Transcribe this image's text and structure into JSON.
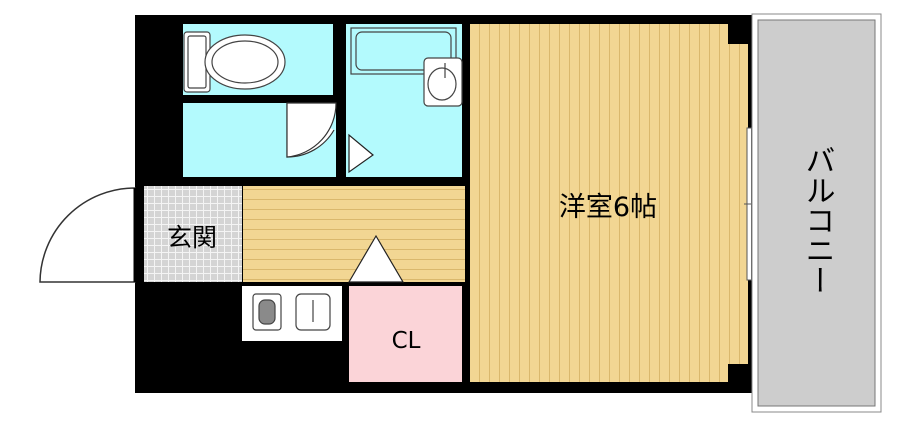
{
  "rooms": {
    "western_room": "洋室6帖",
    "entrance": "玄関",
    "closet": "CL",
    "balcony": "バルコニー"
  },
  "colors": {
    "wall": "#000000",
    "wet_area": "#b3fafd",
    "wood_floor": "#f2d693",
    "wood_stripe": "#dab86d",
    "entrance_tile": "#d4d4d4",
    "closet": "#fbd4d8",
    "balcony": "#cdcdcd",
    "fixture": "#8a8a8a"
  }
}
